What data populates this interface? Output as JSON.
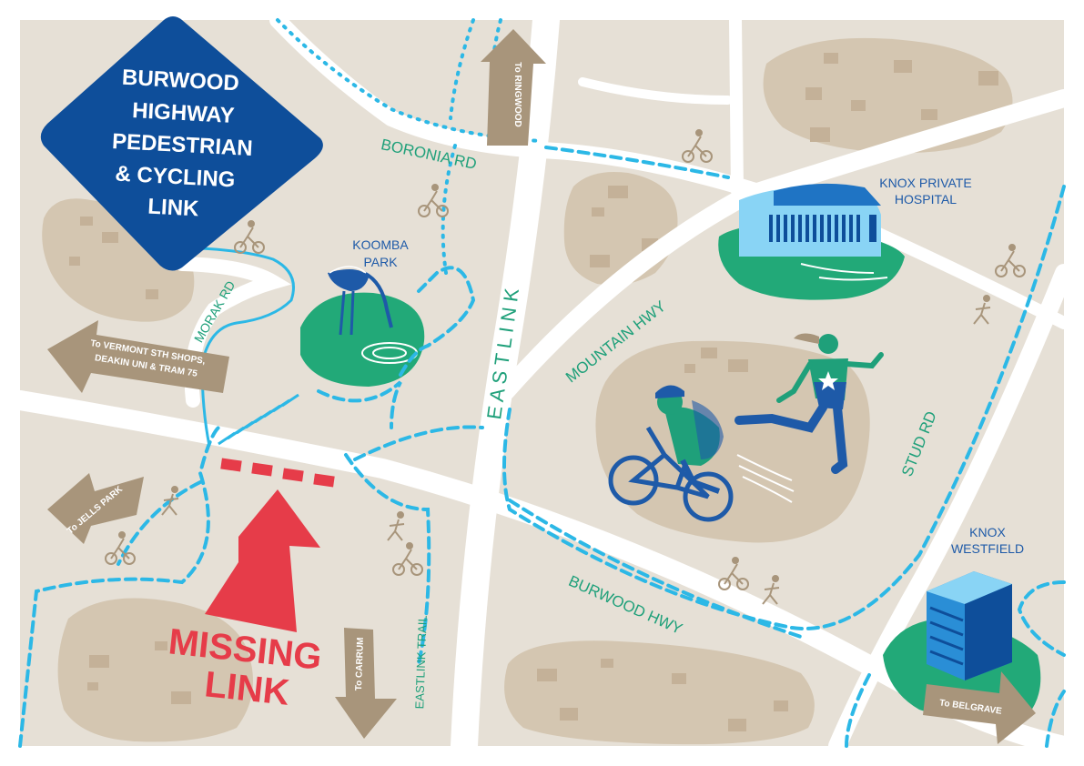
{
  "title_lines": [
    "BURWOOD",
    "HIGHWAY",
    "PEDESTRIAN",
    "& CYCLING",
    "LINK"
  ],
  "roads": {
    "boronia": "BORONIA RD",
    "morak": "MORAK RD",
    "eastlink": "E A S T L I N K",
    "mountain": "MOUNTAIN HWY",
    "stud": "STUD RD",
    "burwood": "BURWOOD HWY",
    "eastlink_trail": "EASTLINK TRAIL"
  },
  "places": {
    "koomba": [
      "KOOMBA",
      "PARK"
    ],
    "knox_private": [
      "KNOX PRIVATE",
      "HOSPITAL"
    ],
    "knox_westfield": [
      "KNOX",
      "WESTFIELD"
    ]
  },
  "directions": {
    "ringwood": "To RINGWOOD",
    "vermont": [
      "To VERMONT STH SHOPS,",
      "DEAKIN UNI & TRAM 75"
    ],
    "jells": "To JELLS PARK",
    "carrum": "To CARRUM",
    "belgrave": "To BELGRAVE"
  },
  "missing_link": [
    "MISSING",
    "LINK"
  ],
  "colors": {
    "land": "#e6e0d6",
    "road": "#ffffff",
    "block": "#d4c6b1",
    "building": "#c4b198",
    "title_bg": "#0e4e9a",
    "path": "#2cb8e6",
    "road_label": "#1fa07a",
    "place_label": "#1e5aa8",
    "arrow": "#a8957b",
    "missing": "#e63c49",
    "park": "#22a978"
  },
  "icons": [
    "cyclist-icon",
    "pedestrian-icon",
    "heron-icon",
    "hospital-building-icon",
    "westfield-building-icon",
    "runner-figure-icon",
    "bike-rider-figure-icon"
  ]
}
